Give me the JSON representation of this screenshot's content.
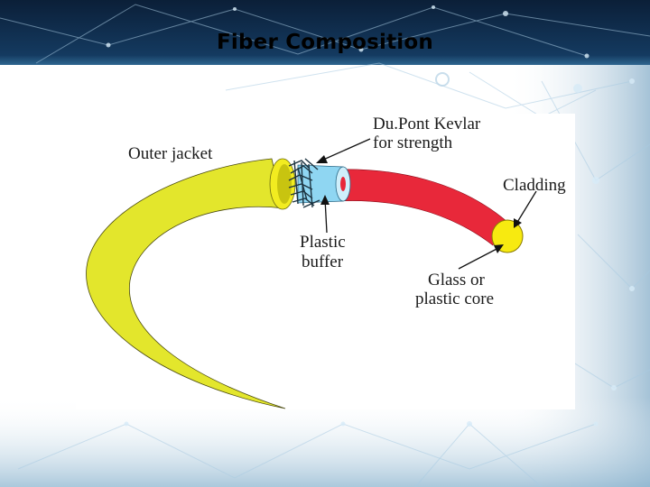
{
  "slide": {
    "title": "Fiber Composition",
    "colors": {
      "header_band": "#0d2a4a",
      "network_lines": "#9fc3dc"
    }
  },
  "diagram": {
    "colors": {
      "outer_jacket": "#e3e62c",
      "jacket_opening": "#f2ec20",
      "kevlar_fibers": "#1c3340",
      "plastic_buffer": "#8fd6f2",
      "cladding": "#e8283a",
      "core": "#f7ea10"
    },
    "labels": {
      "outer_jacket": "Outer jacket",
      "kevlar_line1": "Du.Pont Kevlar",
      "kevlar_line2": "for strength",
      "cladding": "Cladding",
      "buffer_line1": "Plastic",
      "buffer_line2": "buffer",
      "core_line1": "Glass or",
      "core_line2": "plastic core"
    }
  }
}
